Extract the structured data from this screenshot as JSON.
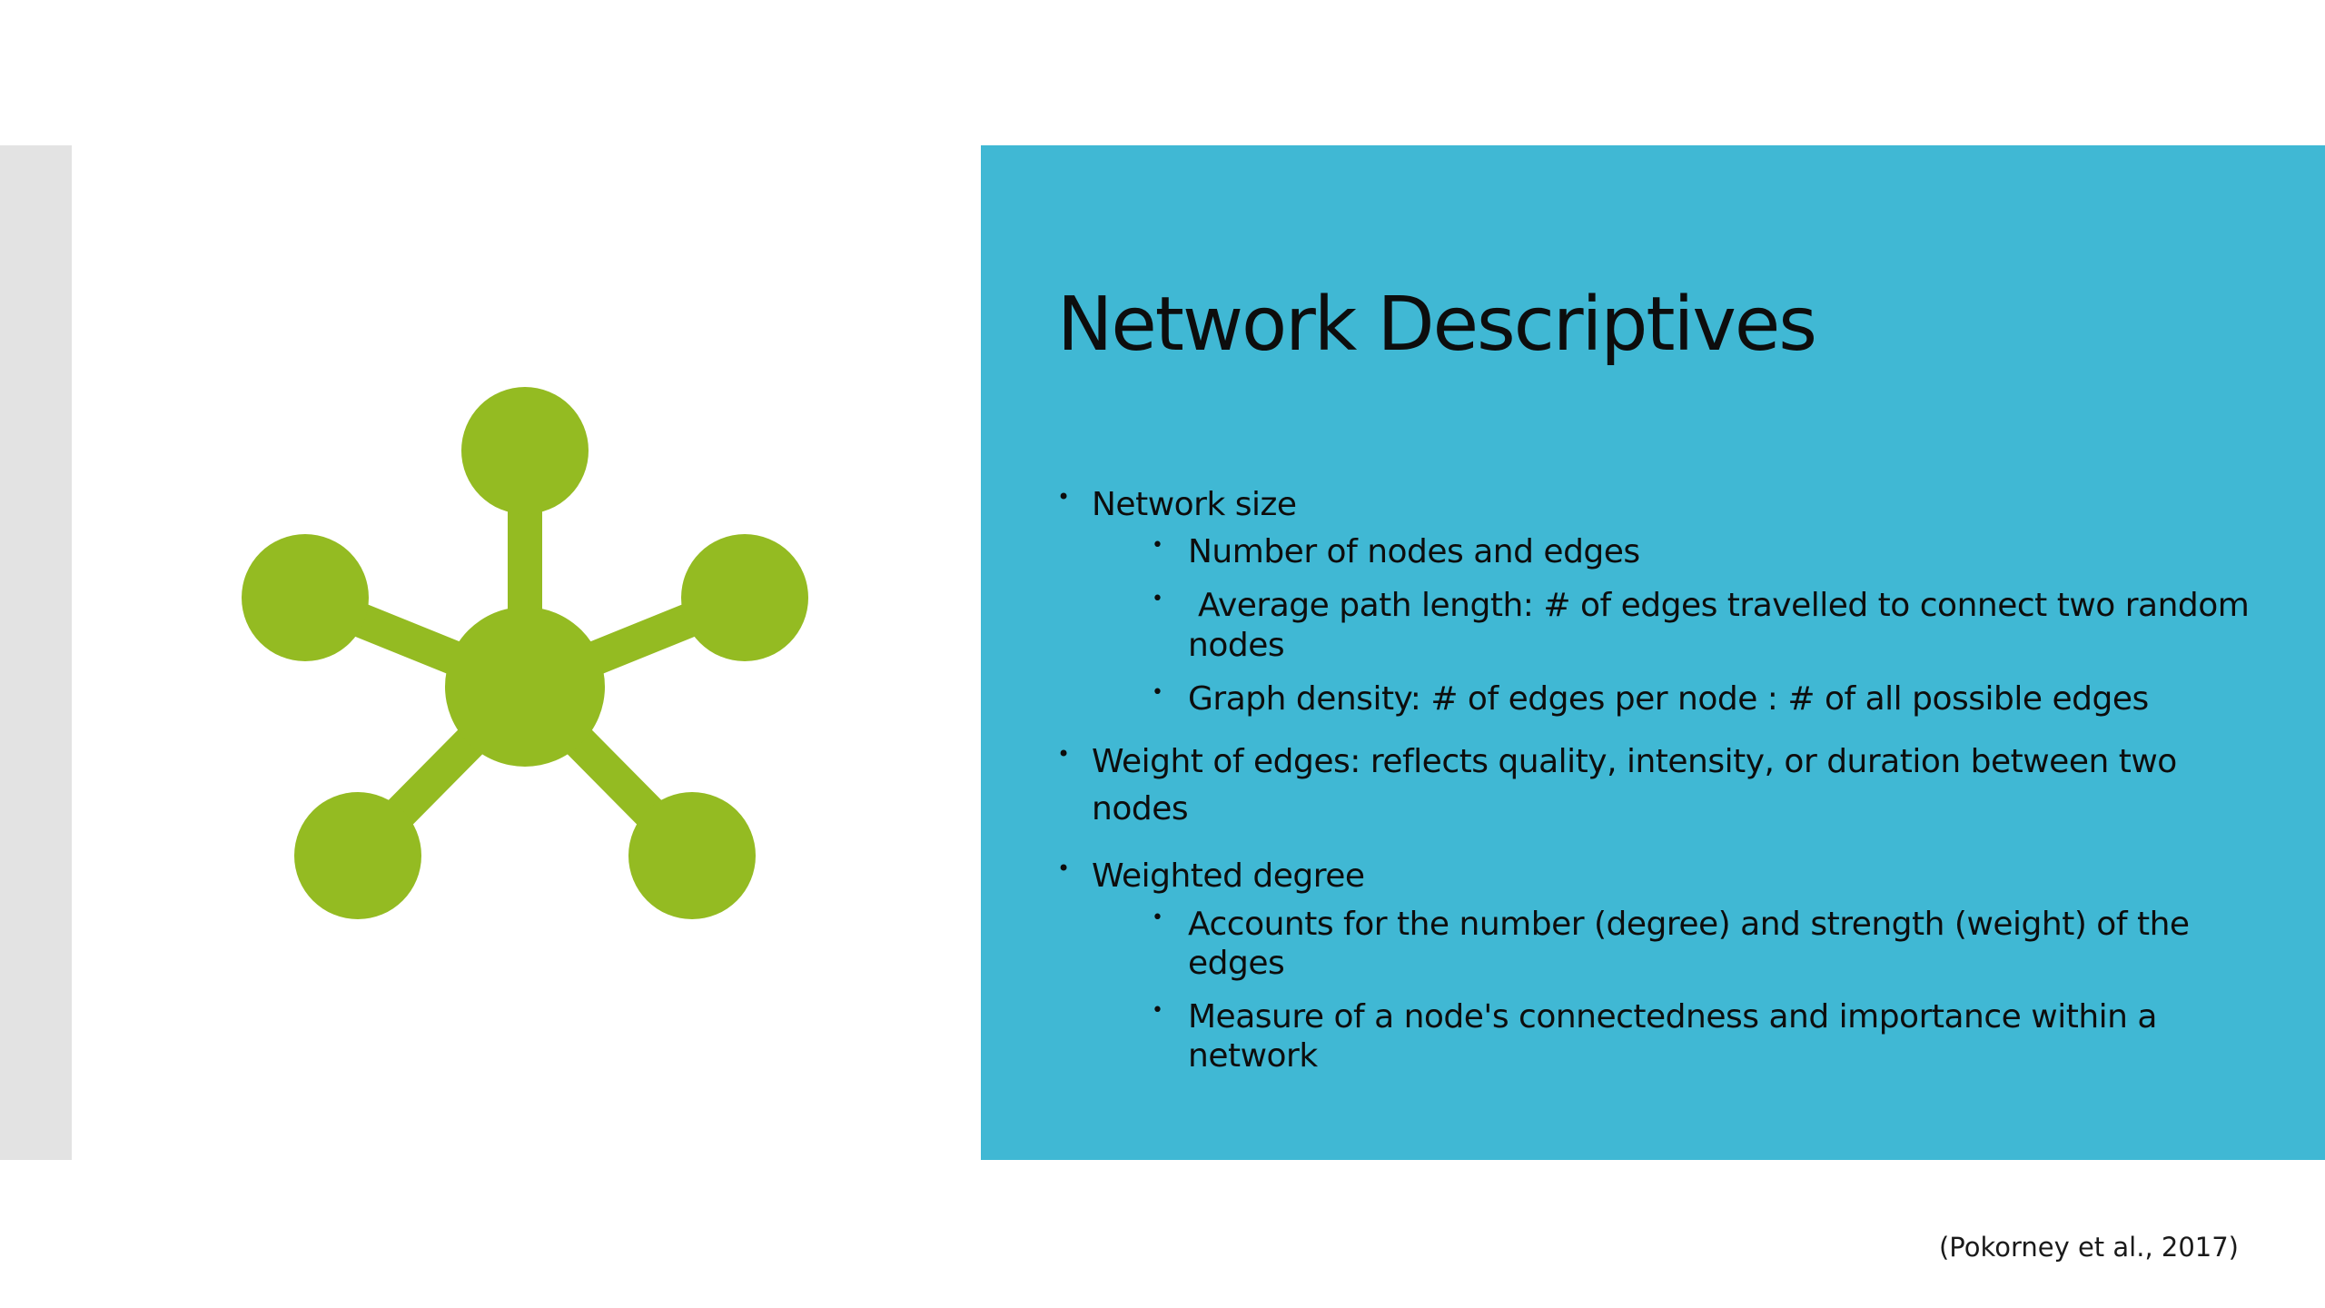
{
  "slide": {
    "title": "Network Descriptives",
    "citation": "(Pokorney et al., 2017)",
    "icon": "network-hub-icon",
    "colors": {
      "panel": "#40b8d4",
      "icon": "#94bb22",
      "strip": "#e3e3e3",
      "text": "#0d0d0d"
    },
    "bullets": [
      {
        "text": "Network size",
        "sub": [
          "Number of nodes and edges",
          " Average path length: # of edges travelled to connect two random nodes",
          "Graph density: # of edges per node : # of all possible edges"
        ]
      },
      {
        "text": "Weight of edges: reflects quality, intensity, or duration between two nodes",
        "sub": []
      },
      {
        "text": "Weighted degree",
        "sub": [
          "Accounts for the number (degree) and strength (weight) of the edges",
          "Measure of a node's connectedness and importance within a network"
        ]
      }
    ]
  }
}
